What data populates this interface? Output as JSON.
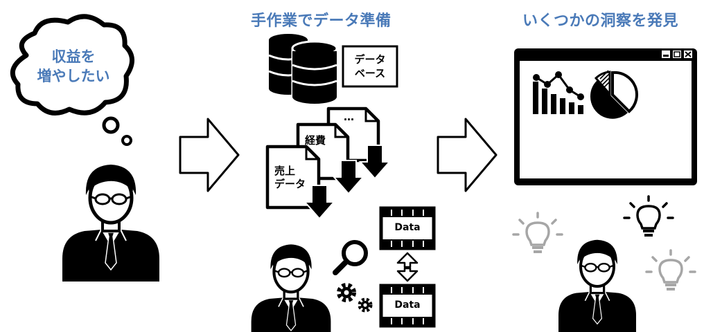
{
  "steps": [
    {
      "title": "手作業でデータ準備"
    },
    {
      "title": "いくつかの洞察を発見"
    }
  ],
  "thought_bubble": {
    "line1": "収益を",
    "line2": "増やしたい"
  },
  "database": {
    "label_line1": "データ",
    "label_line2": "ベース"
  },
  "documents": {
    "back": "…",
    "middle": "経費",
    "front_line1": "売上",
    "front_line2": "データ"
  },
  "data_tables": {
    "top": "Data",
    "bottom": "Data"
  },
  "colors": {
    "accent": "#4a7ab8",
    "ink": "#000000",
    "bulb_gray": "#a6a6a6"
  }
}
